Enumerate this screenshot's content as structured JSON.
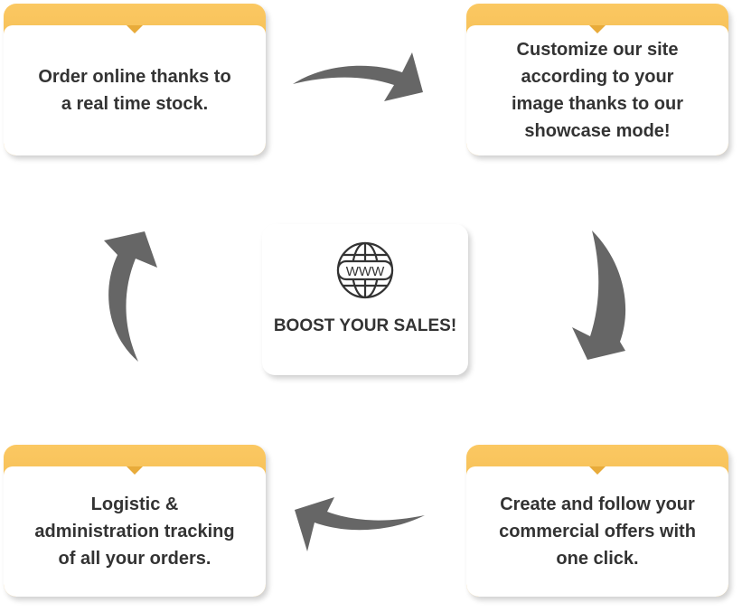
{
  "steps": [
    {
      "text": "Order online thanks to a real time stock."
    },
    {
      "text": "Customize our site according to your image thanks to our showcase mode!"
    },
    {
      "text": "Create and follow your commercial offers with one click."
    },
    {
      "text": "Logistic & administration tracking of all your orders."
    }
  ],
  "center": {
    "icon": "www-globe-icon",
    "globe_text": "WWW",
    "label": "BOOST YOUR SALES!"
  },
  "colors": {
    "header": "#f5bb4d",
    "arrow": "#666666",
    "text": "#333333"
  }
}
